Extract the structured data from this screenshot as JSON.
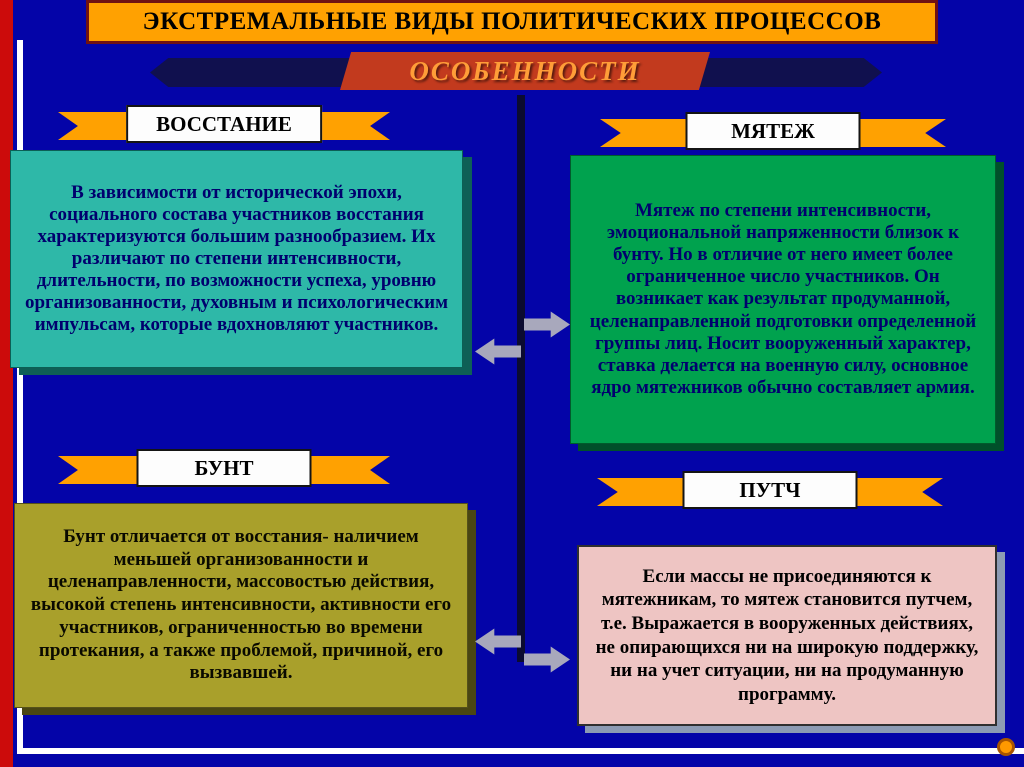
{
  "slide": {
    "title": "ЭКСТРЕМАЛЬНЫЕ ВИДЫ ПОЛИТИЧЕСКИХ ПРОЦЕССОВ",
    "subtitle": "ОСОБЕННОСТИ"
  },
  "sections": [
    {
      "label": "ВОССТАНИЕ",
      "text": "В зависимости от исторической эпохи, социального состава участников восстания характеризуются большим разнообразием. Их различают по степени интенсивности, длительности, по возможности успеха, уровню организованности, духовным и психологическим импульсам, которые вдохновляют участников."
    },
    {
      "label": "МЯТЕЖ",
      "text": "Мятеж по степени интенсивности, эмоциональной напряженности близок к бунту. Но в отличие от него имеет более ограниченное число участников. Он возникает как результат продуманной, целенаправленной подготовки определенной группы лиц. Носит вооруженный характер, ставка делается на военную силу, основное ядро мятежников обычно составляет армия."
    },
    {
      "label": "БУНТ",
      "text": "Бунт отличается от восстания- наличием меньшей организованности и целенаправленности, массовостью действия, высокой степень интенсивности, активности его участников, ограниченностью во времени протекания, а также проблемой, причиной, его вызвавшей."
    },
    {
      "label": "ПУТЧ",
      "text": "Если массы не присоединяются к мятежникам, то мятеж становится путчем, т.е. Выражается в вооруженных действиях, не опирающихся ни на широкую поддержку, ни на учет ситуации, ни на продуманную программу."
    }
  ],
  "icons": {
    "exchange_arrows": "gray-block-arrows-left-right",
    "bullet_dot": "orange-circle"
  },
  "colors": {
    "background": "#0404A8",
    "accent_orange": "#FFA101",
    "banner_red": "#C23A1E",
    "stripe_red": "#CC0B0B",
    "box_teal": "#2EB8A8",
    "box_green": "#00A24E",
    "box_olive": "#A9A02B",
    "box_pink": "#EEC5C3",
    "dark_text_blue": "#00006E"
  }
}
